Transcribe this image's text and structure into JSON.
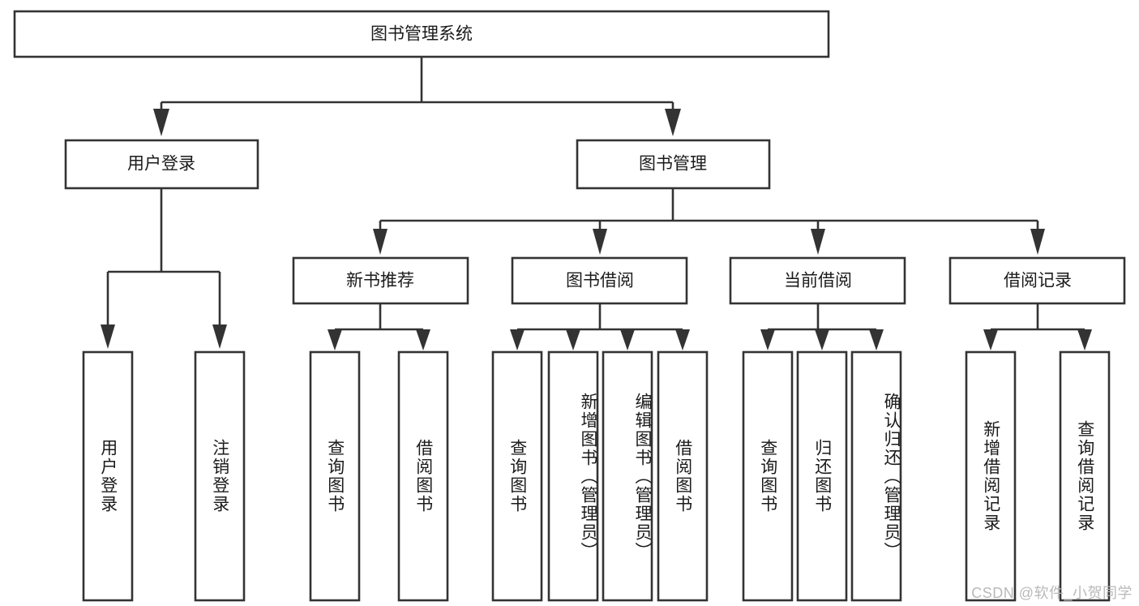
{
  "diagram": {
    "type": "hierarchy-tree",
    "title": "图书管理系统",
    "watermark": "CSDN @软件_小贺同学",
    "colors": {
      "stroke": "#333333",
      "box_fill": "#ffffff",
      "text": "#1b1b1b",
      "background": "#ffffff",
      "watermark": "#b9b9b9"
    },
    "root": {
      "id": "root",
      "label": "图书管理系统",
      "orientation": "horizontal"
    },
    "level2": [
      {
        "id": "user-login",
        "label": "用户登录",
        "orientation": "horizontal"
      },
      {
        "id": "book-manage",
        "label": "图书管理",
        "orientation": "horizontal"
      }
    ],
    "level3": [
      {
        "id": "new-book-recommend",
        "label": "新书推荐",
        "orientation": "horizontal",
        "parent": "book-manage"
      },
      {
        "id": "book-borrow",
        "label": "图书借阅",
        "orientation": "horizontal",
        "parent": "book-manage"
      },
      {
        "id": "current-borrow",
        "label": "当前借阅",
        "orientation": "horizontal",
        "parent": "book-manage"
      },
      {
        "id": "borrow-record",
        "label": "借阅记录",
        "orientation": "horizontal",
        "parent": "book-manage"
      }
    ],
    "leaves": {
      "user-login": [
        {
          "id": "leaf-user-login",
          "label": "用户登录"
        },
        {
          "id": "leaf-user-logout",
          "label": "注销登录"
        }
      ],
      "new-book-recommend": [
        {
          "id": "leaf-query-book-1",
          "label": "查询图书"
        },
        {
          "id": "leaf-borrow-book-1",
          "label": "借阅图书"
        }
      ],
      "book-borrow": [
        {
          "id": "leaf-query-book-2",
          "label": "查询图书"
        },
        {
          "id": "leaf-add-book",
          "label": "新增图书（管理员）"
        },
        {
          "id": "leaf-edit-book",
          "label": "编辑图书（管理员）"
        },
        {
          "id": "leaf-borrow-book-2",
          "label": "借阅图书"
        }
      ],
      "current-borrow": [
        {
          "id": "leaf-query-book-3",
          "label": "查询图书"
        },
        {
          "id": "leaf-return-book",
          "label": "归还图书"
        },
        {
          "id": "leaf-confirm-return",
          "label": "确认归还（管理员）"
        }
      ],
      "borrow-record": [
        {
          "id": "leaf-add-record",
          "label": "新增借阅记录"
        },
        {
          "id": "leaf-query-record",
          "label": "查询借阅记录"
        }
      ]
    }
  }
}
